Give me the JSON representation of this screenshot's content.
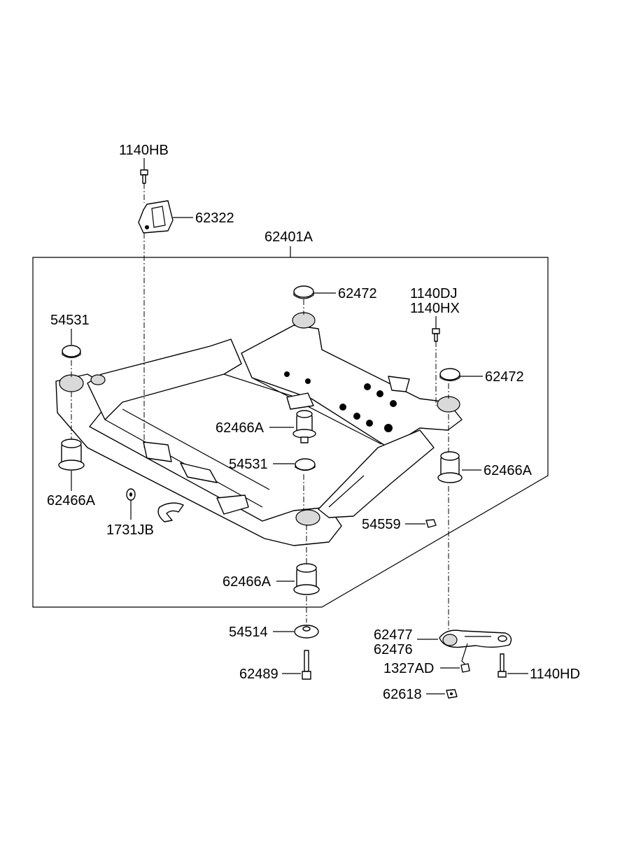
{
  "diagram": {
    "assembly_label": "62401A",
    "labels": {
      "bolt_top_left": "1140HB",
      "bracket": "62322",
      "washer_front_right": "62472",
      "bolt_right_a": "1140DJ",
      "bolt_right_b": "1140HX",
      "washer_left": "54531",
      "washer_rear_right": "62472",
      "bushing_center": "62466A",
      "washer_center": "54531",
      "bushing_right": "62466A",
      "bushing_left": "62466A",
      "nut_small": "54559",
      "clip": "1731JB",
      "bushing_bottom": "62466A",
      "washer_bottom": "54514",
      "bolt_bottom": "62489",
      "mount_a": "62477",
      "mount_b": "62476",
      "clip_mount": "1327AD",
      "bolt_mount": "1140HD",
      "nut_mount": "62618"
    }
  }
}
